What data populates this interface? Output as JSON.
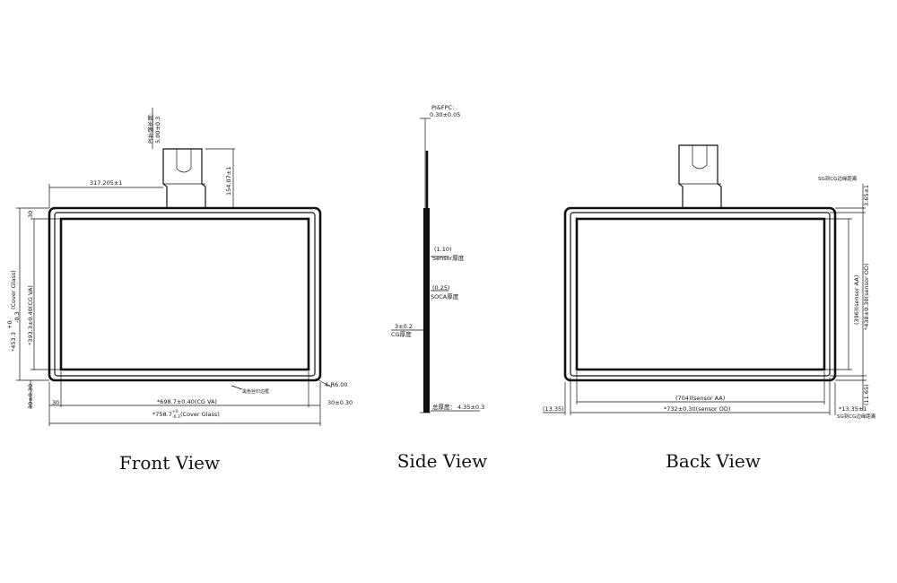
{
  "front_view": {
    "caption": "Front View",
    "fpc_length": "PI补强长度:",
    "fpc_length_val": "5.00±0.3",
    "fpc_offset": "317.205±1",
    "fpc_height": "154.07±1",
    "cover_glass_height_main": "*453.3",
    "cover_glass_height_tol": "+0",
    "cover_glass_height_tol2": "-0.3",
    "cover_glass_height_label": "(Cover Glass)",
    "cg_va_height": "*393.3±0.40(CG VA)",
    "top_margin": "30",
    "bottom_margin": "30±0.30",
    "left_margin": "30",
    "right_margin": "30±0.30",
    "cg_va_width": "*698.7±0.40(CG VA)",
    "cover_glass_width_main": "*758.7",
    "cover_glass_width_tol": "+0",
    "cover_glass_width_tol2": "-0.3",
    "cover_glass_width_label": "(Cover Glass)",
    "corner_note": "4-R6.00",
    "edge_note": "黑色丝印边框"
  },
  "side_view": {
    "caption": "Side View",
    "pi_fpc_label": "PI&FPC:",
    "pi_fpc_val": "0.30±0.05",
    "sensor_val": "(1.10)",
    "sensor_label": "Sensor厚度",
    "soca_val": "(0.25)",
    "soca_label": "SOCA厚度",
    "cg_val": "3±0.2",
    "cg_label": "CG厚度",
    "total_label": "总厚度：",
    "total_val": "4.35±0.3"
  },
  "back_view": {
    "caption": "Back View",
    "sg_top_label": "SG到CG边缘距离",
    "sg_top_val": "3.65±1",
    "sensor_aa_height": "(396)(sensor AA)",
    "sensor_od_height": "*438±0.30(sensor OD)",
    "bottom_side_val": "(11.65)",
    "sensor_aa_width": "(704)(sensor AA)",
    "sensor_od_width": "*732±0.30(sensor OD)",
    "left_offset": "(13.35)",
    "right_offset": "*13.35±1",
    "sg_bottom_label": "SG到CG边缘距离"
  }
}
